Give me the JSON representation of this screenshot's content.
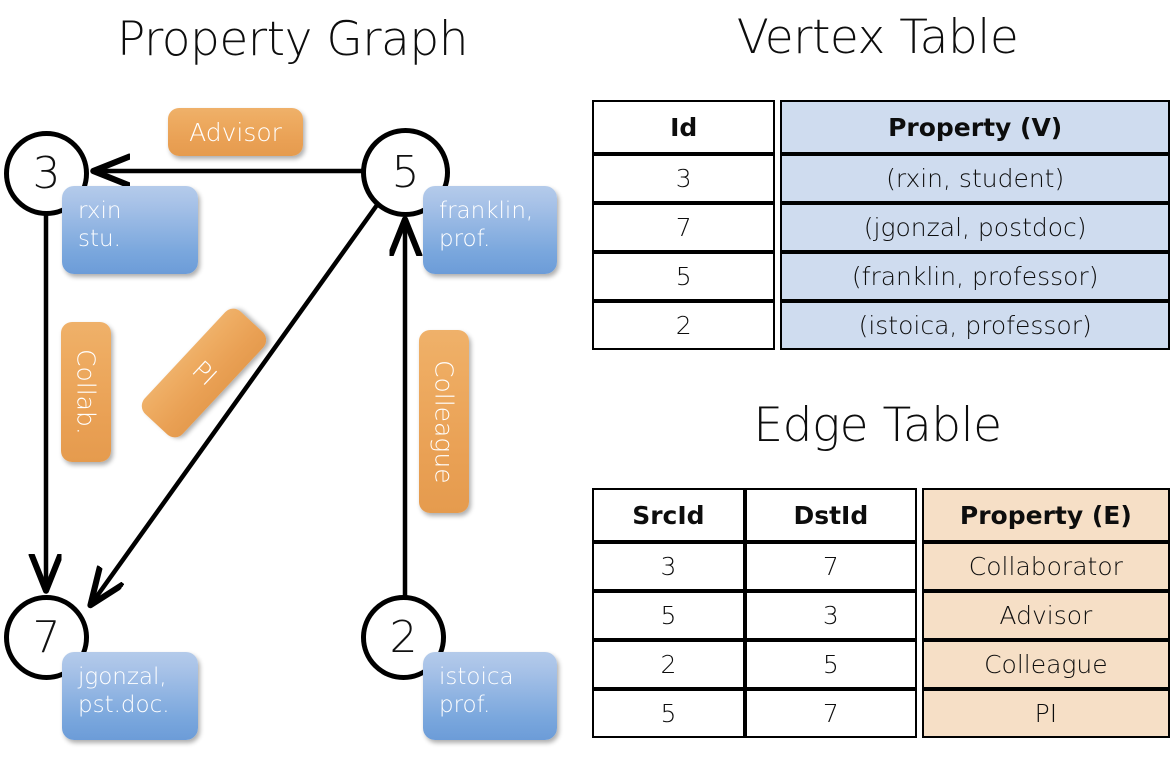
{
  "sections": {
    "graph_title": "Property Graph",
    "vertex_title": "Vertex Table",
    "edge_title": "Edge Table"
  },
  "graph": {
    "nodes": [
      {
        "id": "3",
        "property": "rxin\nstu."
      },
      {
        "id": "5",
        "property": "franklin,\nprof."
      },
      {
        "id": "7",
        "property": "jgonzal,\npst.doc."
      },
      {
        "id": "2",
        "property": "istoica\nprof."
      }
    ],
    "edge_labels": [
      {
        "name": "advisor",
        "text": "Advisor"
      },
      {
        "name": "collab",
        "text": "Collab."
      },
      {
        "name": "pi",
        "text": "PI"
      },
      {
        "name": "colleague",
        "text": "Colleague"
      }
    ]
  },
  "vertex_table": {
    "headers": [
      "Id",
      "Property (V)"
    ],
    "rows": [
      {
        "id": "3",
        "property": "(rxin, student)"
      },
      {
        "id": "7",
        "property": "(jgonzal, postdoc)"
      },
      {
        "id": "5",
        "property": "(franklin, professor)"
      },
      {
        "id": "2",
        "property": "(istoica, professor)"
      }
    ]
  },
  "edge_table": {
    "headers": [
      "SrcId",
      "DstId",
      "Property (E)"
    ],
    "rows": [
      {
        "src": "3",
        "dst": "7",
        "property": "Collaborator"
      },
      {
        "src": "5",
        "dst": "3",
        "property": "Advisor"
      },
      {
        "src": "2",
        "dst": "5",
        "property": "Colleague"
      },
      {
        "src": "5",
        "dst": "7",
        "property": "PI"
      }
    ]
  },
  "colors": {
    "vertex_chip": "#7aa7dd",
    "edge_chip": "#e9a054",
    "vertex_table_fill": "#cfdcef",
    "edge_table_fill": "#f6dfc6",
    "stroke": "#000000",
    "background": "#ffffff"
  }
}
